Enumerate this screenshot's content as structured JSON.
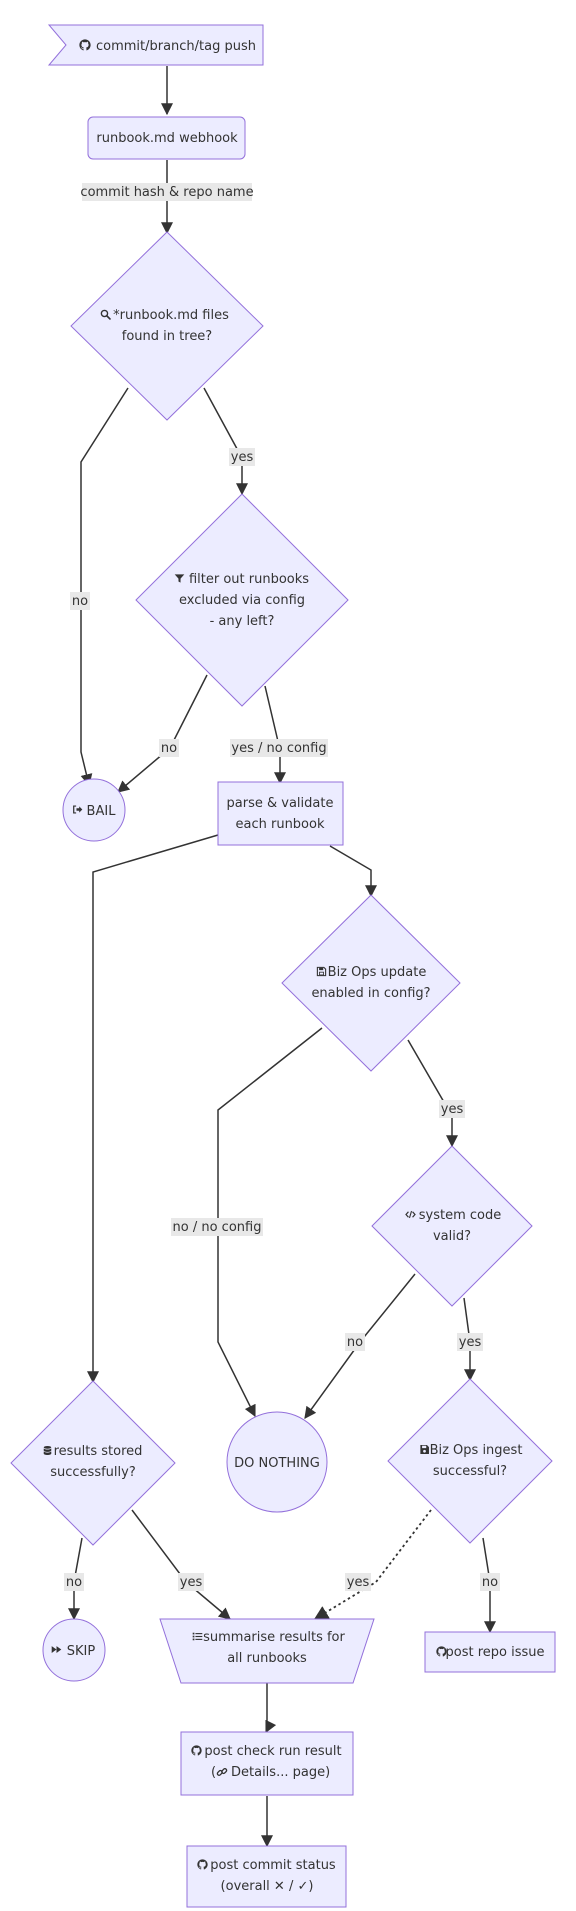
{
  "nodes": {
    "push": "commit/branch/tag push",
    "webhook": "runbook.md webhook",
    "found": [
      "*runbook.md files",
      "found in tree?"
    ],
    "filter": [
      "filter out runbooks",
      "excluded via config",
      "- any left?"
    ],
    "bail": "BAIL",
    "parse": [
      "parse & validate",
      "each runbook"
    ],
    "bizops_update": [
      "Biz Ops update",
      "enabled in config?"
    ],
    "system_code": [
      "system code",
      "valid?"
    ],
    "do_nothing": "DO NOTHING",
    "results_stored": [
      "results stored",
      "successfully?"
    ],
    "ingest": [
      "Biz Ops ingest",
      "successful?"
    ],
    "skip": "SKIP",
    "summarise": [
      "summarise results for",
      "all runbooks"
    ],
    "repo_issue": "post repo issue",
    "check_run": [
      "post check run result",
      "Details... page)"
    ],
    "commit_status": [
      "post commit status",
      "(overall ✕ / ✓)"
    ]
  },
  "edge_labels": {
    "hash_repo": "commit hash & repo name",
    "found_no": "no",
    "found_yes": "yes",
    "filter_no": "no",
    "filter_yes": "yes / no config",
    "biz_no": "no / no config",
    "biz_yes": "yes",
    "sys_no": "no",
    "sys_yes": "yes",
    "stored_no": "no",
    "stored_yes": "yes",
    "ingest_yes": "yes",
    "ingest_no": "no"
  },
  "colors": {
    "node_fill": "#ECECFF",
    "node_stroke": "#9370DB",
    "edge": "#333333",
    "label_bg": "#e8e8e8"
  },
  "icons": {
    "push": "github-icon",
    "found": "search-icon",
    "filter": "filter-icon",
    "bail": "sign-out-icon",
    "bizops_update": "save-icon",
    "system_code": "code-icon",
    "results_stored": "database-icon",
    "ingest": "save-icon",
    "skip": "fast-forward-icon",
    "summarise": "list-icon",
    "repo_issue": "github-icon",
    "check_run": "github-icon",
    "check_run_link": "link-icon",
    "commit_status": "github-icon"
  }
}
